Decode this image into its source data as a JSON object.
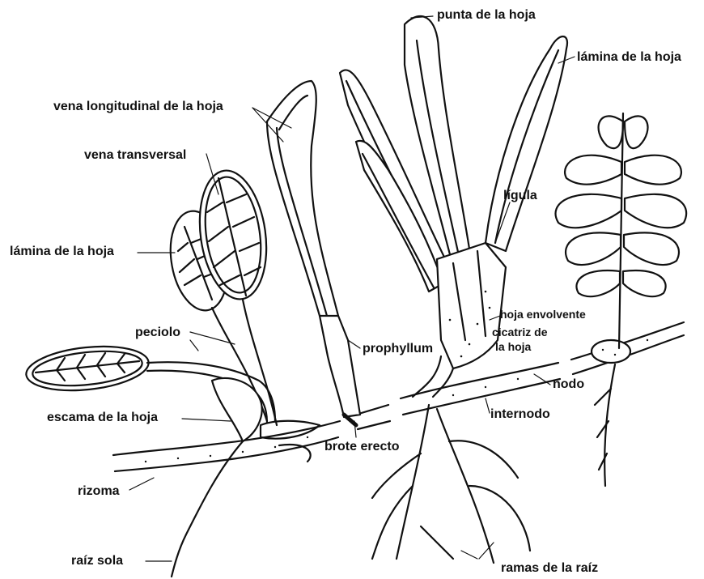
{
  "labels": {
    "punta_hoja": "punta de la hoja",
    "lamina_right": "lámina de la hoja",
    "vena_long": "vena longitudinal de la hoja",
    "vena_trans": "vena transversal",
    "lamina_left": "lámina de la hoja",
    "ligula": "lígula",
    "hoja_envolvente": "hoja envolvente",
    "cicatriz": "cicatriz de",
    "cicatriz2": "la hoja",
    "peciolo": "peciolo",
    "prophyllum": "prophyllum",
    "nodo": "nodo",
    "escama": "escama de la hoja",
    "internodo": "internodo",
    "brote": "brote erecto",
    "rizoma": "rizoma",
    "raiz_sola": "raíz sola",
    "ramas": "ramas de la raíz"
  },
  "colors": {
    "ink": "#111111",
    "paper": "#ffffff"
  }
}
